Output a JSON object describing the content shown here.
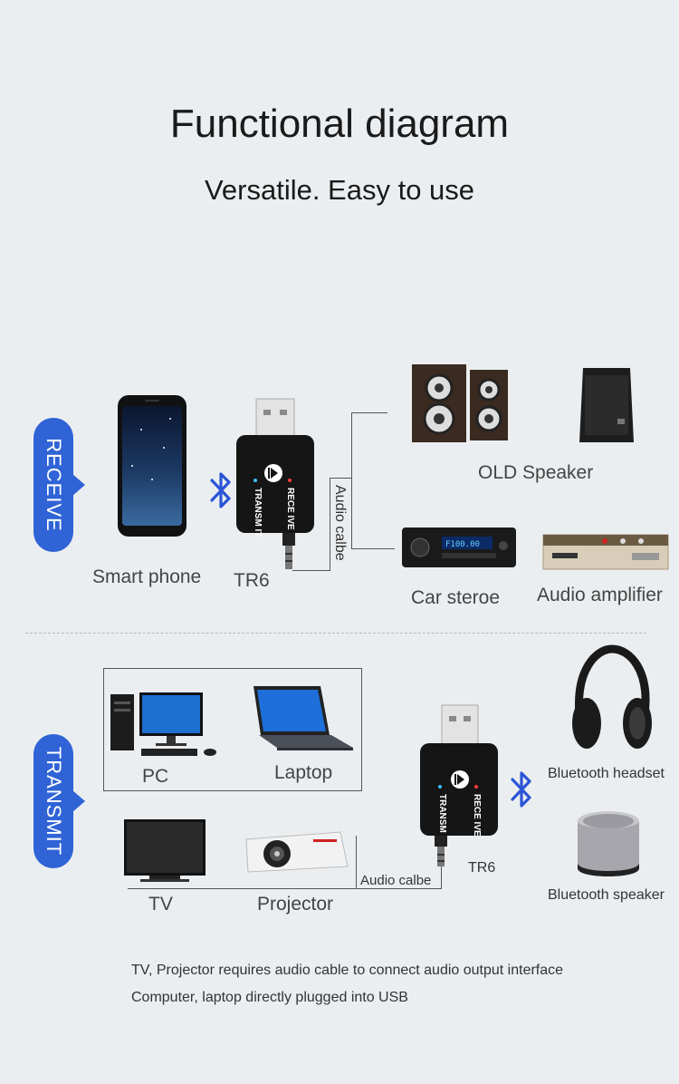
{
  "heading": {
    "title": "Functional diagram",
    "subtitle": "Versatile. Easy to use"
  },
  "receive": {
    "tag": "RECEIVE",
    "phone_label": "Smart phone",
    "device_label": "TR6",
    "device_receive_text": "RECE IVE",
    "device_transmit_text": "TRANSM IT",
    "cable_label": "Audio calbe",
    "old_speaker_label": "OLD Speaker",
    "car_stereo_label": "Car steroe",
    "amplifier_label": "Audio amplifier"
  },
  "transmit": {
    "tag": "TRANSMIT",
    "pc_label": "PC",
    "laptop_label": "Laptop",
    "tv_label": "TV",
    "projector_label": "Projector",
    "cable_label": "Audio calbe",
    "device_label": "TR6",
    "device_receive_text": "RECE IVE",
    "device_transmit_text": "TRANSM IT",
    "headset_label": "Bluetooth headset",
    "speaker_label": "Bluetooth speaker"
  },
  "notes": {
    "line1": "TV, Projector requires audio cable to connect audio output interface",
    "line2": "Computer, laptop directly plugged into USB"
  },
  "colors": {
    "accent": "#2f63d6",
    "bluetooth": "#2a55d6"
  },
  "icons": [
    "bluetooth-icon",
    "usb-dongle-icon"
  ]
}
